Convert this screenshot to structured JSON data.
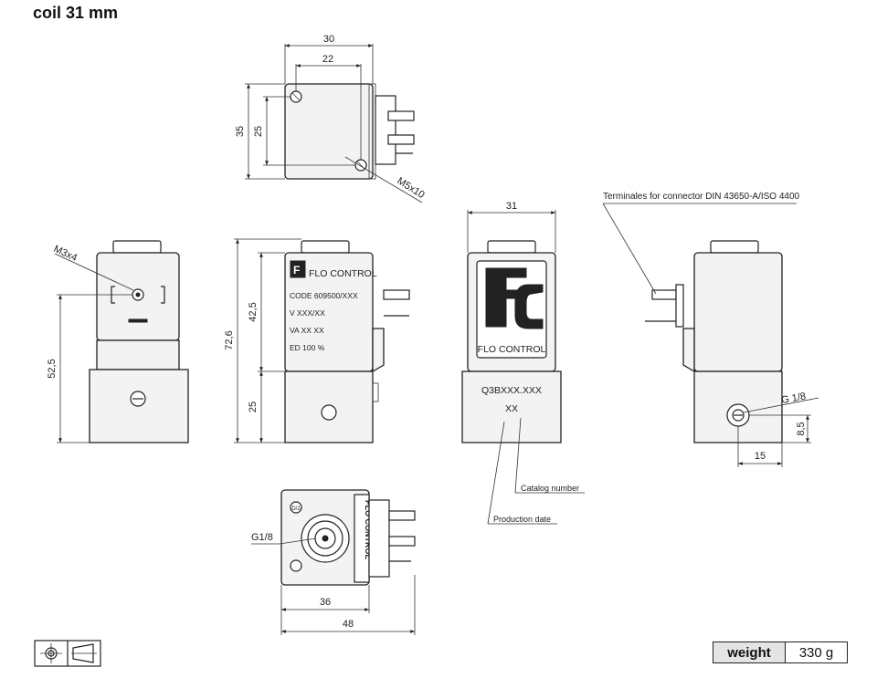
{
  "title": "coil 31 mm",
  "top_view": {
    "dim_outer_width": "30",
    "dim_inner_width": "22",
    "dim_height": "35",
    "dim_hole_spacing": "25",
    "screw_label": "M5x10"
  },
  "left_view": {
    "screw_label": "M3x4",
    "dim_height": "52,5"
  },
  "front_view": {
    "dim_total": "72,6",
    "dim_coil": "42,5",
    "dim_base": "25",
    "brand": "FLO CONTROL",
    "label_lines": [
      "CODE 609500/XXX",
      "V  XXX/XX",
      "VA  XX  XX",
      "ED  100 %"
    ]
  },
  "rear_view": {
    "dim_width": "31",
    "brand": "FLO CONTROL",
    "code": "Q3BXXX.XXX",
    "date_code": "XX",
    "catalog_label": "Catalog number",
    "production_label": "Production date"
  },
  "side_view": {
    "terminal_note": "Terminales for connector DIN 43650-A/ISO 4400",
    "port_label": "G 1/8",
    "dim_port_height": "8,5",
    "dim_port_offset": "15"
  },
  "bottom_view": {
    "port_label": "G1/8",
    "dim_inner": "36",
    "dim_outer": "48",
    "side_text": "FLO CONTROL",
    "badge_text": "D/2"
  },
  "weight": {
    "label": "weight",
    "value": "330 g"
  }
}
